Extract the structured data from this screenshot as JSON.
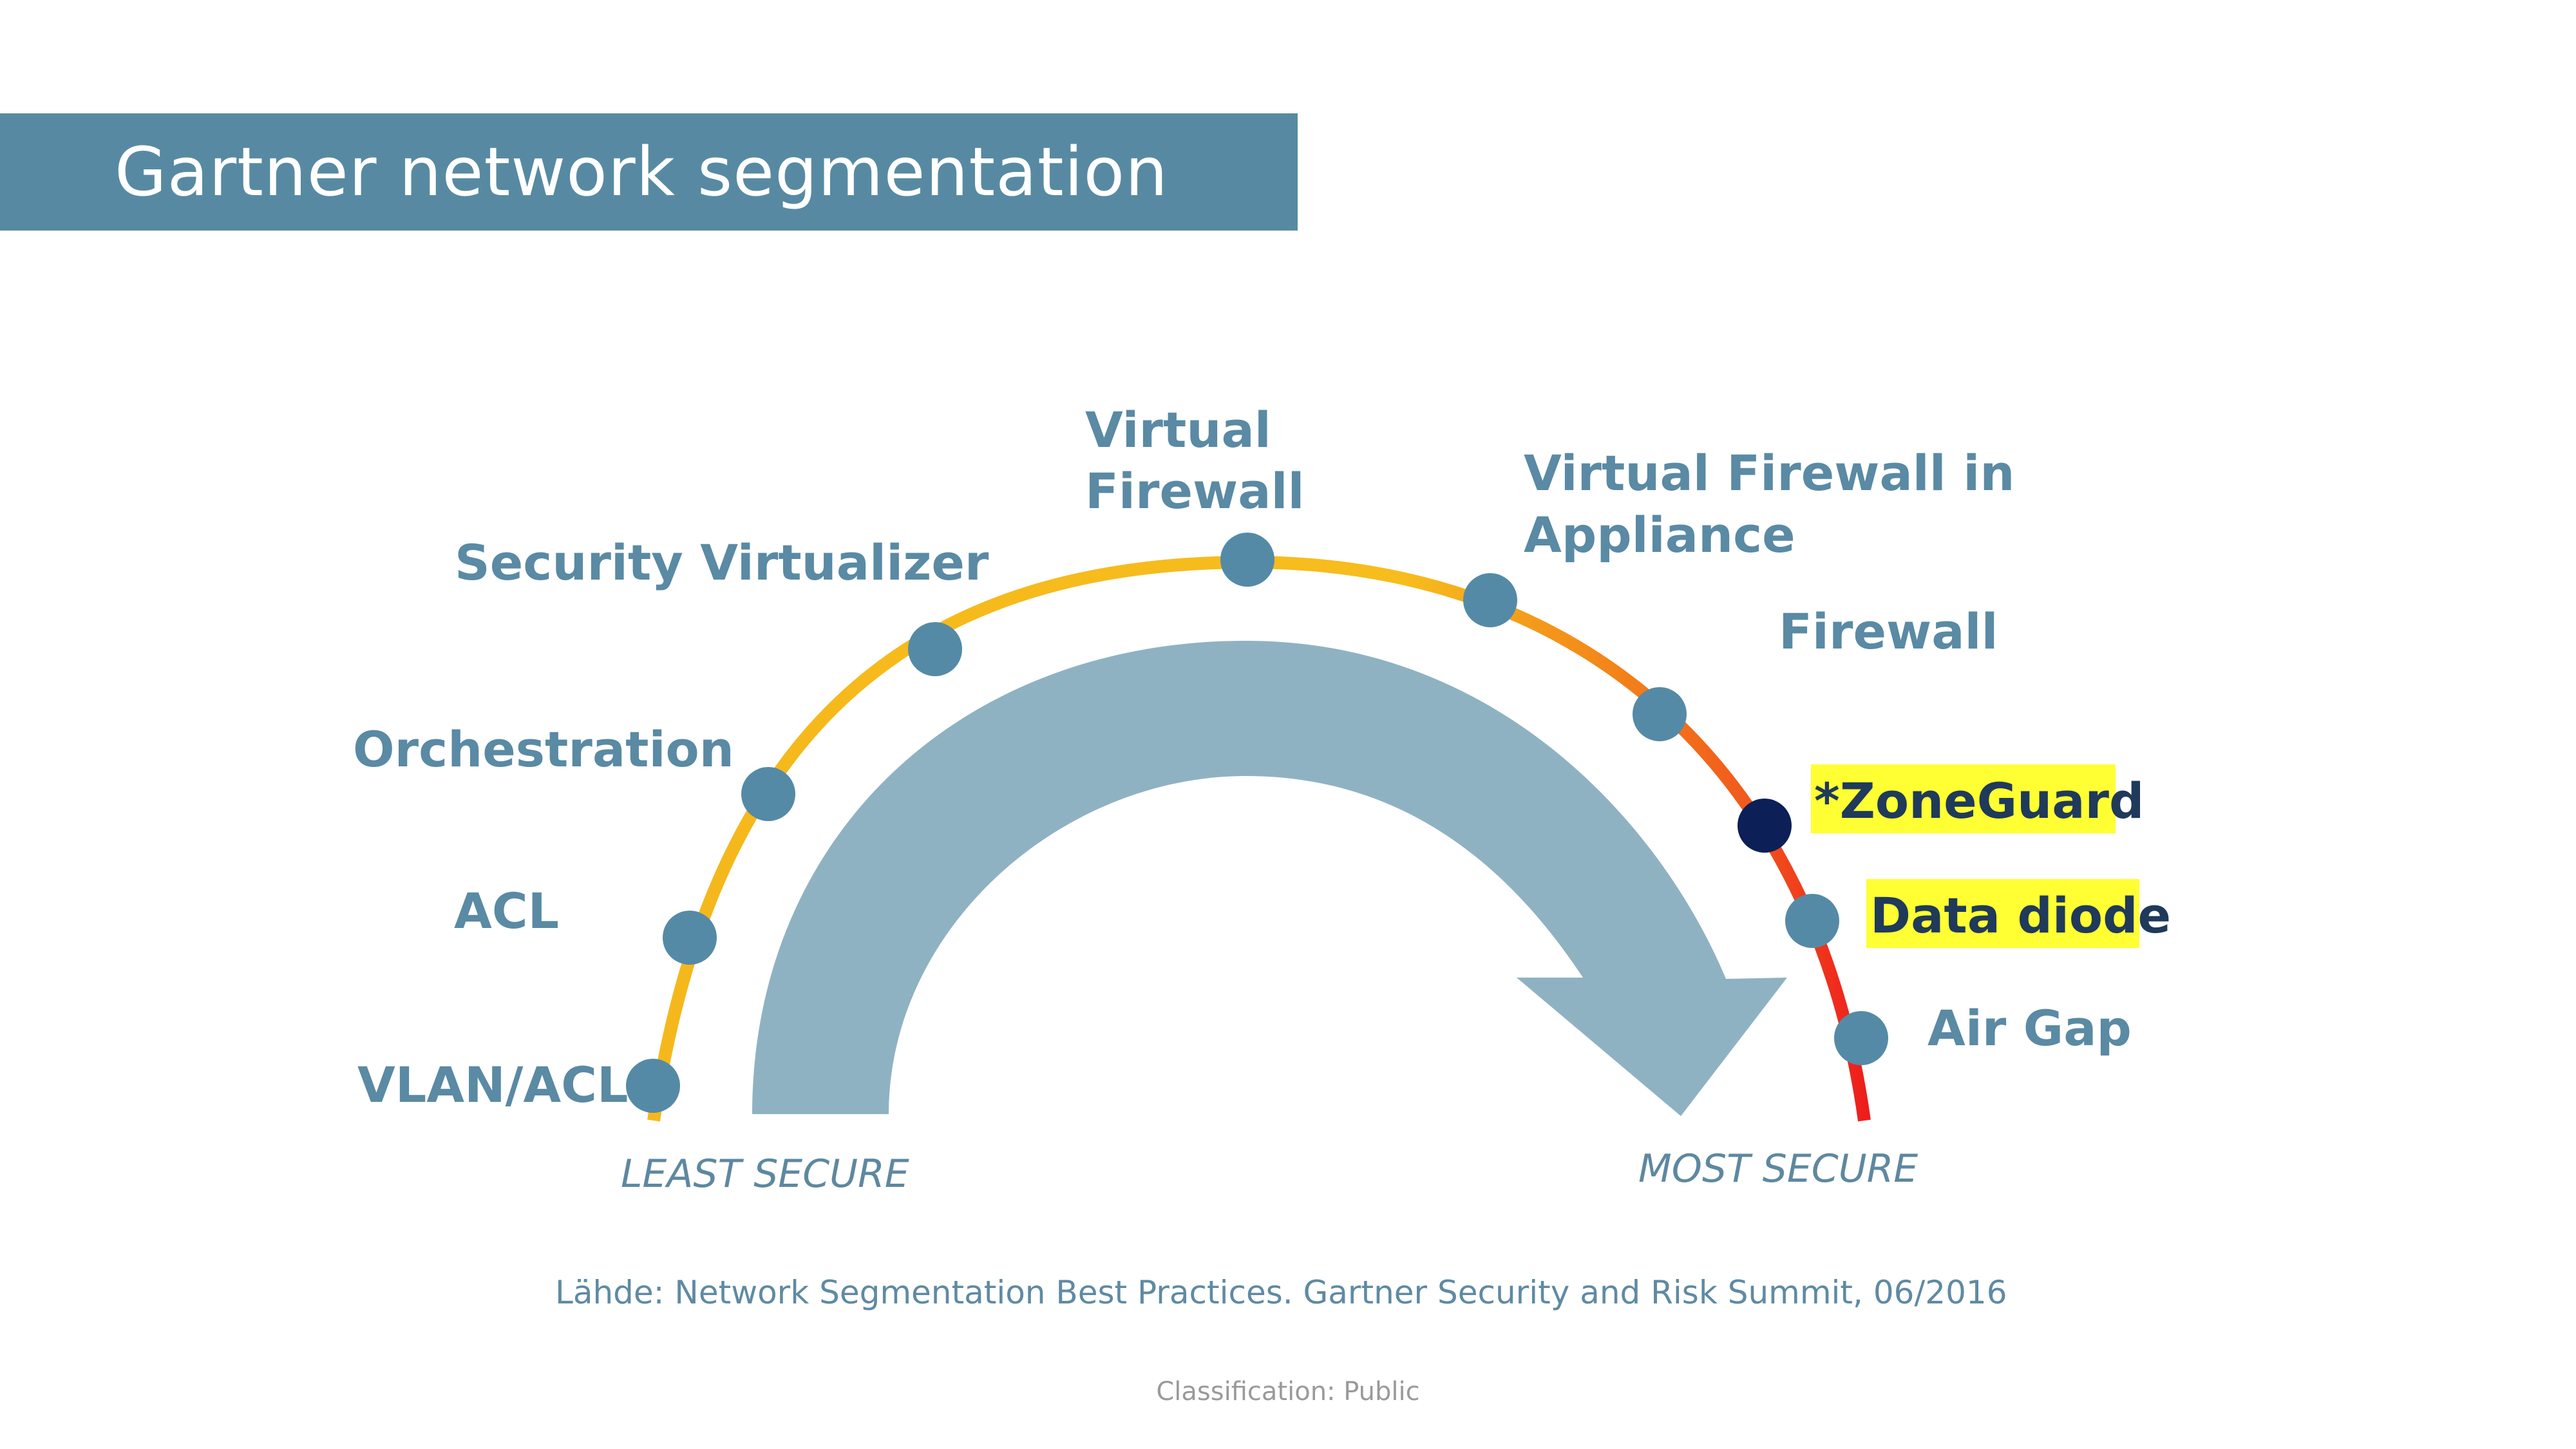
{
  "title": "Gartner network segmentation",
  "labels": {
    "vlan_acl": "VLAN/ACL",
    "acl": "ACL",
    "orchestration": "Orchestration",
    "security_virtualizer": "Security Virtualizer",
    "virtual_firewall_line1": "Virtual",
    "virtual_firewall_line2": "Firewall",
    "virtual_firewall_appliance_line1": "Virtual Firewall in",
    "virtual_firewall_appliance_line2": "Appliance",
    "firewall": "Firewall",
    "zoneguard": "*ZoneGuard",
    "data_diode": "Data diode",
    "air_gap": "Air Gap"
  },
  "scale": {
    "least_secure": "LEAST SECURE",
    "most_secure": "MOST SECURE"
  },
  "source": "Lähde: Network Segmentation Best Practices. Gartner Security and Risk Summit, 06/2016",
  "classification": "Classification: Public",
  "colors": {
    "title_bar": "#578aa2",
    "arc_yellow": "#f7bd1d",
    "arc_orange": "#f38a1a",
    "arc_red": "#ee1c1c",
    "node": "#558aa6",
    "node_highlight": "#0c1f56",
    "arrow": "#8fb2c3",
    "highlight": "#ffff33"
  }
}
